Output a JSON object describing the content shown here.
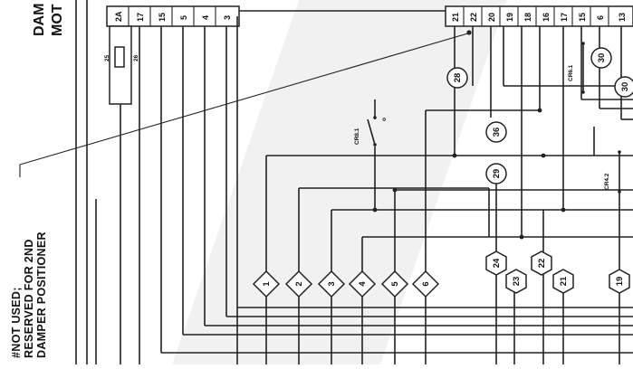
{
  "header": {
    "line1": "DAM",
    "line2": "MOT"
  },
  "note": {
    "line1": "NOT USED;",
    "line1_prefix": "#",
    "line2": "RESERVED FOR 2ND",
    "line3": "DAMPER POSITIONER"
  },
  "left_strip": {
    "terminals": [
      "2A",
      "17",
      "15",
      "5",
      "4",
      "3"
    ],
    "resistor_top": "25",
    "resistor_bottom": "26"
  },
  "right_strip": {
    "terminals": [
      "21",
      "22",
      "20",
      "19",
      "18",
      "16",
      "17",
      "15",
      "6",
      "13"
    ]
  },
  "contacts": {
    "cr8": "CR8.1",
    "cr6": "CR6.1",
    "cr4": "CR4.2"
  },
  "circle_tags": {
    "c1": "28",
    "c2": "30",
    "c3": "36",
    "c4": "30",
    "c5": "29"
  },
  "diamond_tags": [
    "1",
    "2",
    "3",
    "4",
    "5",
    "6"
  ],
  "hex_tags": [
    "24",
    "23",
    "22",
    "21",
    "19"
  ]
}
